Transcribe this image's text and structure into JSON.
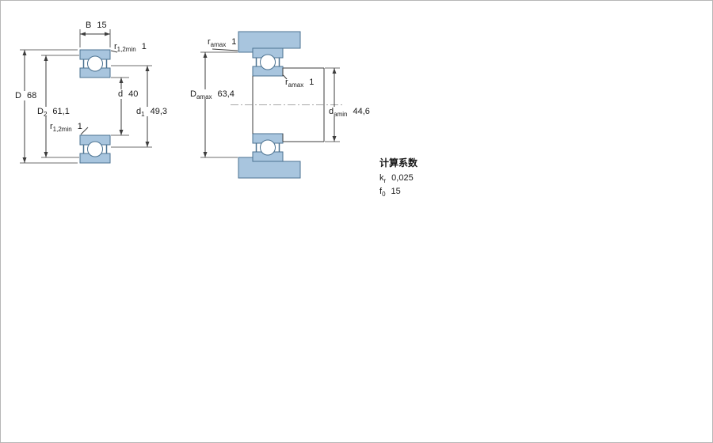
{
  "colors": {
    "bearing_fill": "#a8c5de",
    "bearing_stroke": "#4b7291",
    "line": "#3d3d3d",
    "frame": "#b6b6b6",
    "text": "#1a1a1a"
  },
  "left_view": {
    "b": {
      "sym": "B",
      "val": "15"
    },
    "r_top": {
      "sym": "r",
      "sub": "1,2min",
      "val": "1"
    },
    "D": {
      "sym": "D",
      "val": "68"
    },
    "D2": {
      "sym": "D",
      "sub": "2",
      "val": "61,1"
    },
    "d": {
      "sym": "d",
      "val": "40"
    },
    "d1": {
      "sym": "d",
      "sub": "1",
      "val": "49,3"
    },
    "r_bottom": {
      "sym": "r",
      "sub": "1,2min",
      "val": "1"
    }
  },
  "right_view": {
    "ra_top": {
      "sym": "r",
      "sub": "amax",
      "val": "1"
    },
    "Da": {
      "sym": "D",
      "sub": "amax",
      "val": "63,4"
    },
    "ra_mid": {
      "sym": "r",
      "sub": "amax",
      "val": "1"
    },
    "da": {
      "sym": "d",
      "sub": "amin",
      "val": "44,6"
    }
  },
  "calculation": {
    "title": "计算系数",
    "factors": [
      {
        "sym": "k",
        "sub": "r",
        "val": "0,025"
      },
      {
        "sym": "f",
        "sub": "0",
        "val": "15"
      }
    ]
  }
}
